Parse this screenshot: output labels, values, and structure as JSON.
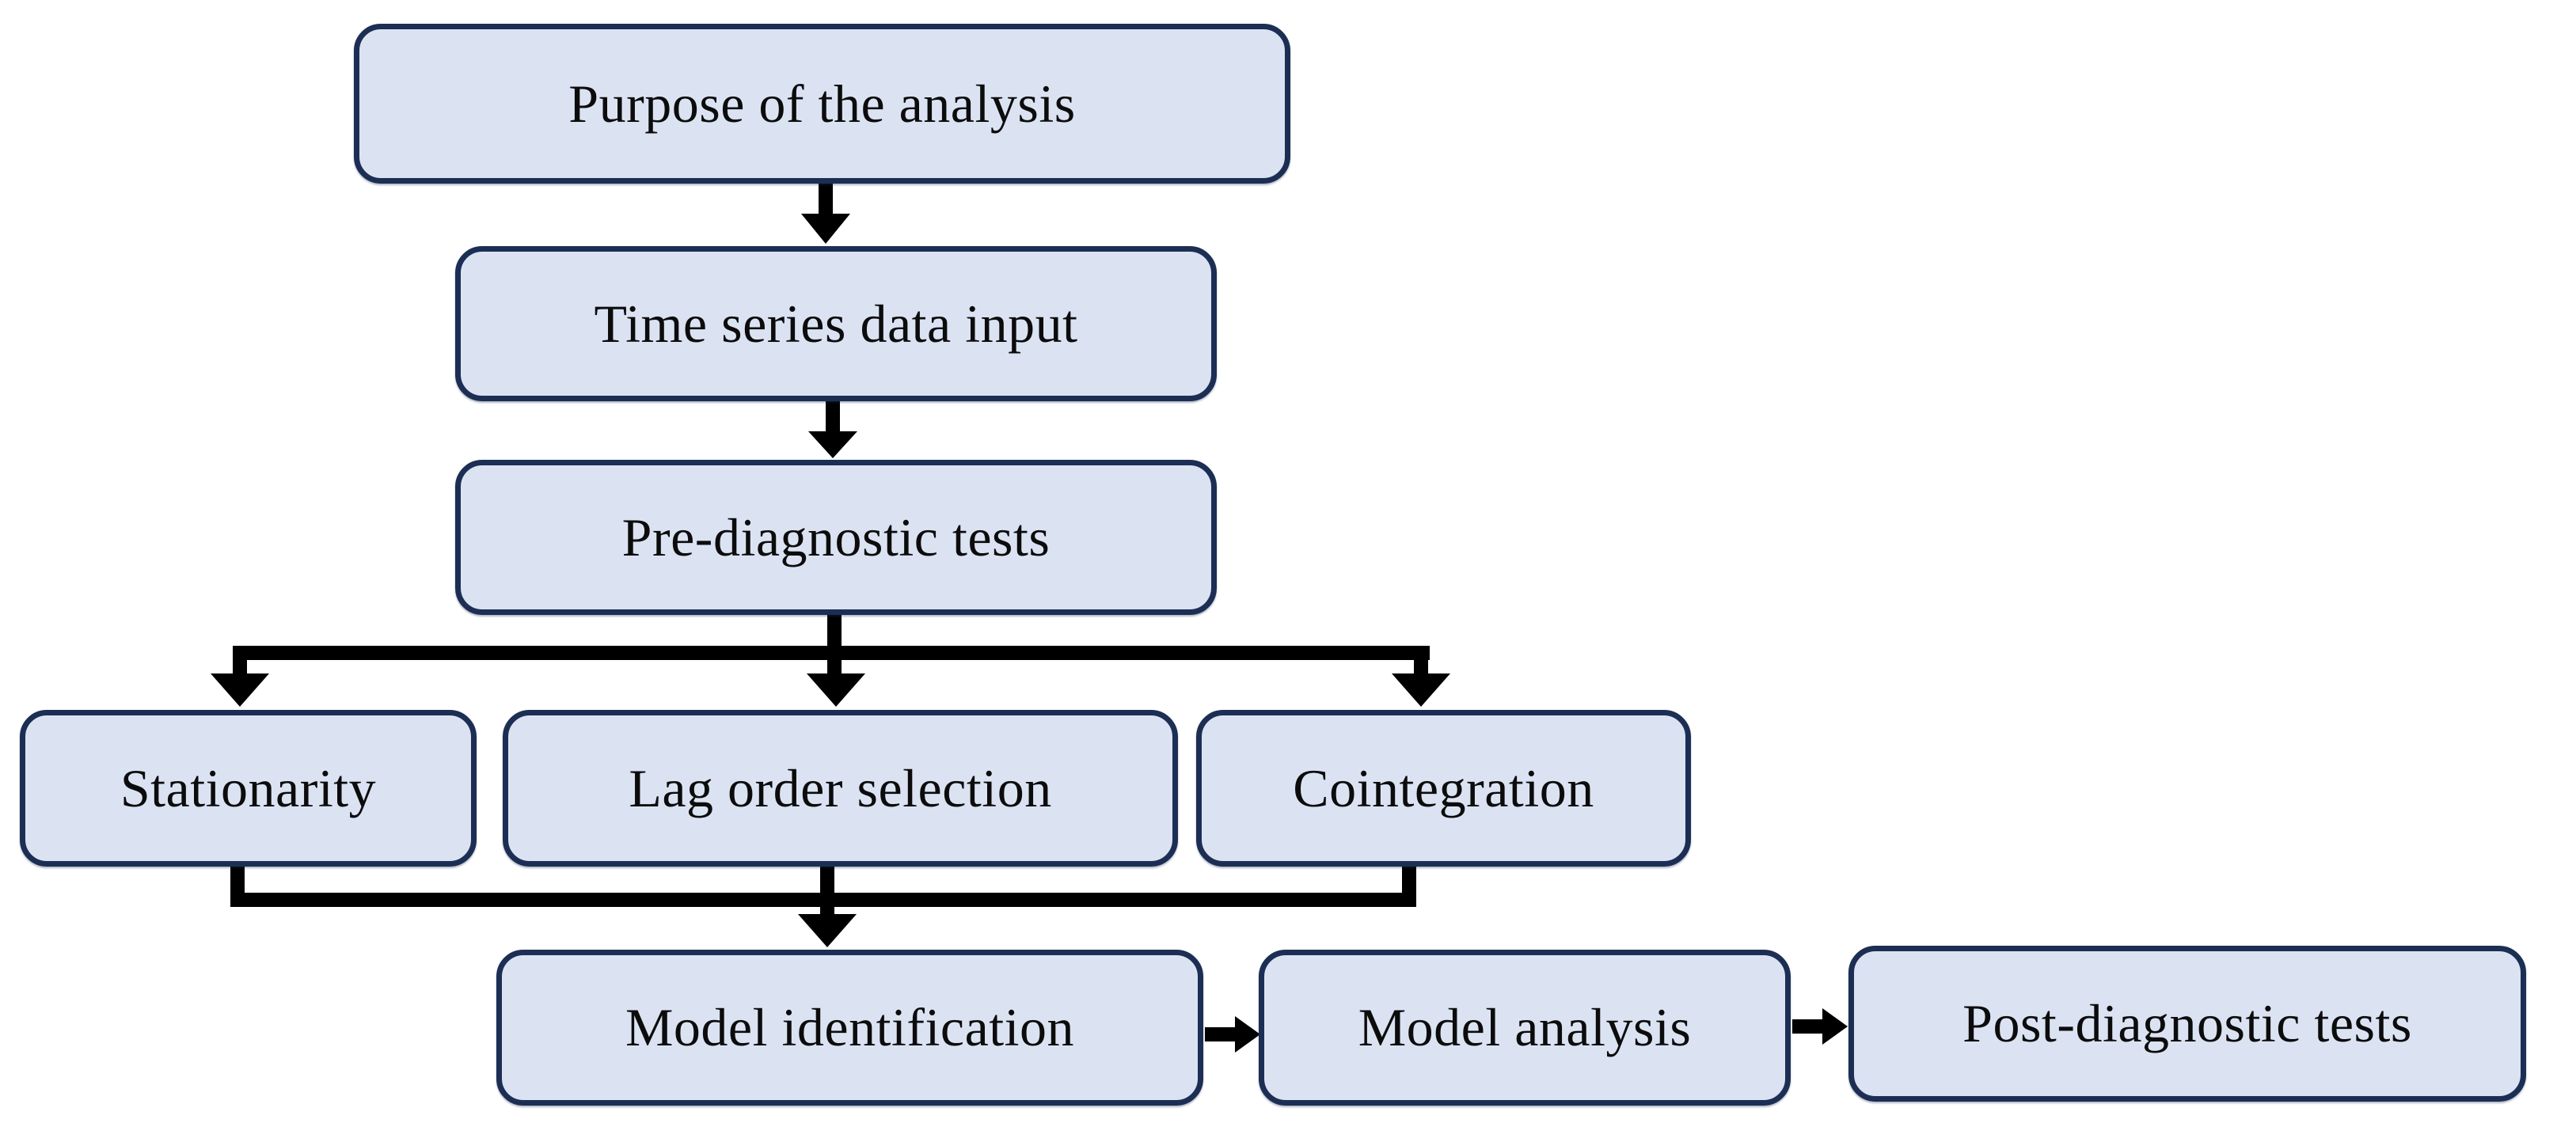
{
  "diagram": {
    "type": "flowchart",
    "background_color": "#ffffff",
    "node_fill_color": "#dbe3f3",
    "node_border_color": "#1c2e54",
    "arrow_color": "#000000",
    "nodes": [
      {
        "id": "purpose",
        "label": "Purpose of the analysis"
      },
      {
        "id": "time_series",
        "label": "Time series data input"
      },
      {
        "id": "pre_diagnostic",
        "label": "Pre-diagnostic tests"
      },
      {
        "id": "stationarity",
        "label": "Stationarity"
      },
      {
        "id": "lag_order",
        "label": "Lag order selection"
      },
      {
        "id": "cointegration",
        "label": "Cointegration"
      },
      {
        "id": "model_identification",
        "label": "Model identification"
      },
      {
        "id": "model_analysis",
        "label": "Model analysis"
      },
      {
        "id": "post_diagnostic",
        "label": "Post-diagnostic tests"
      }
    ],
    "edges": [
      {
        "from": "purpose",
        "to": "time_series"
      },
      {
        "from": "time_series",
        "to": "pre_diagnostic"
      },
      {
        "from": "pre_diagnostic",
        "to": "stationarity"
      },
      {
        "from": "pre_diagnostic",
        "to": "lag_order"
      },
      {
        "from": "pre_diagnostic",
        "to": "cointegration"
      },
      {
        "from": "stationarity",
        "to": "model_identification"
      },
      {
        "from": "lag_order",
        "to": "model_identification"
      },
      {
        "from": "cointegration",
        "to": "model_identification"
      },
      {
        "from": "model_identification",
        "to": "model_analysis"
      },
      {
        "from": "model_analysis",
        "to": "post_diagnostic"
      }
    ]
  }
}
